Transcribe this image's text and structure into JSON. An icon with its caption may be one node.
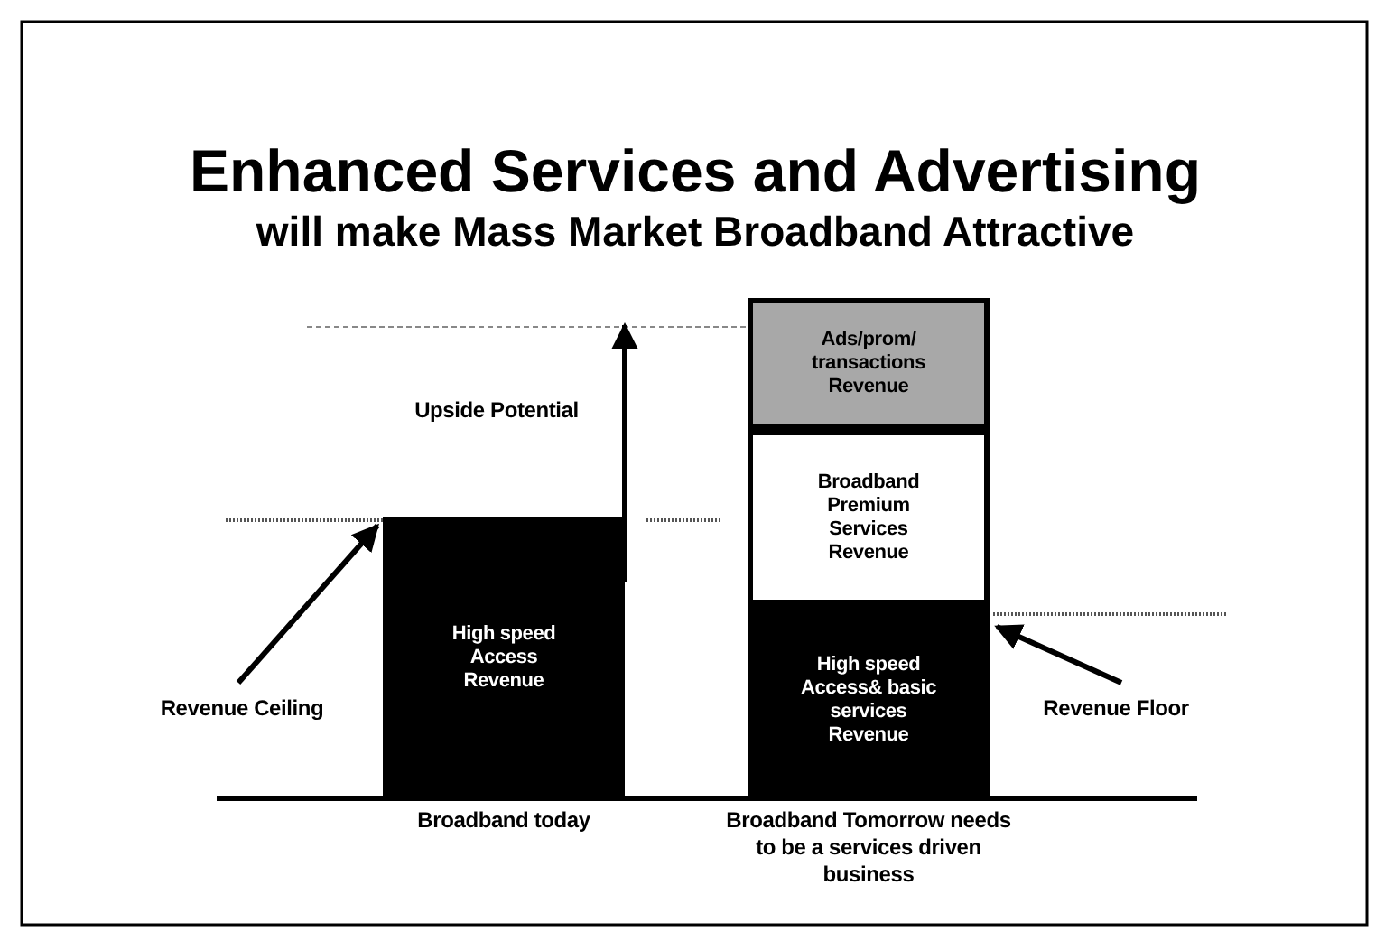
{
  "diagram": {
    "title": "Enhanced Services and Advertising",
    "nodes": [
      {
        "text": [
          "Revenue Ceiling"
        ]
      },
      {
        "text": [
          "High speed Access Revenue"
        ],
        "beside": [
          "Broadband today"
        ]
      },
      {
        "text": [
          "Ads/prom/ transactions Revenue"
        ]
      },
      {
        "text": [
          "Broadband Premium Services Revenue"
        ]
      },
      {
        "text": [
          "High speed Access& basic services Revenue"
        ],
        "beside": [
          "Broadband Tomorrow needs to be a services driven business"
        ]
      },
      {
        "text": [
          "Revenue Floor"
        ]
      }
    ],
    "edges": [
      {
        "from": 0,
        "to": 1,
        "arrow": "to"
      },
      {
        "from": 1,
        "to": null,
        "arrow": "to"
      },
      {
        "from": 5,
        "to": 4,
        "arrow": "to"
      }
    ],
    "labels": [
      "will make Mass Market Broadband Attractive",
      "Upside Potential"
    ]
  }
}
